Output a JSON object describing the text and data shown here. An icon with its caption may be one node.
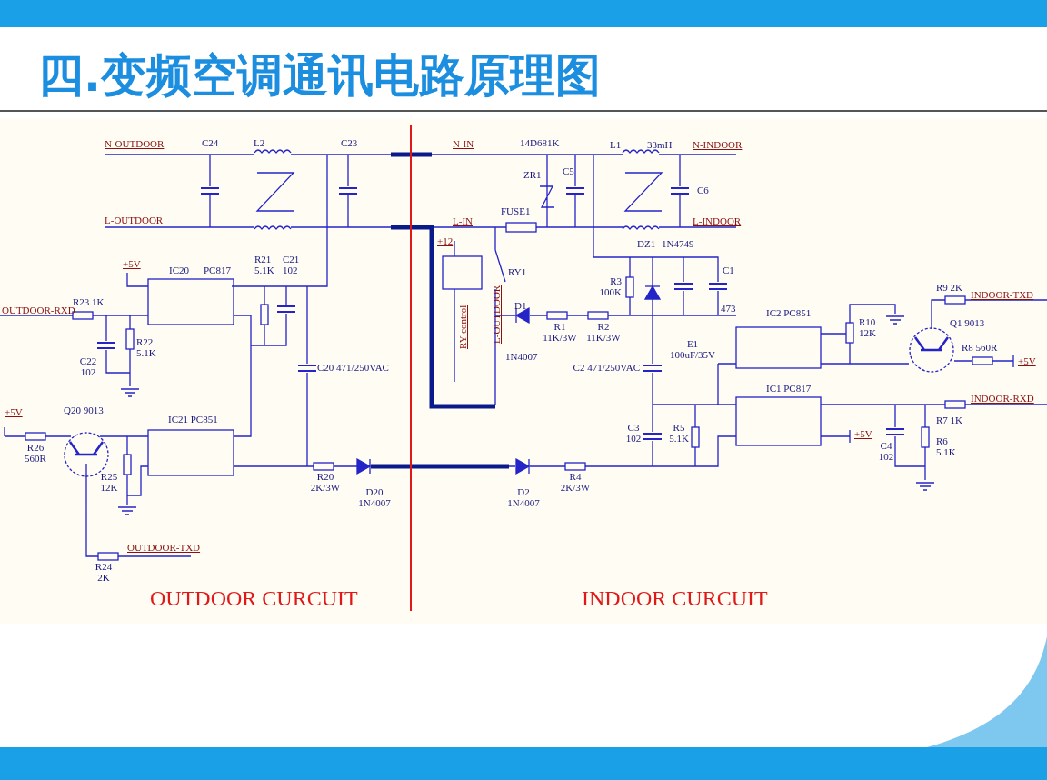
{
  "diagram": {
    "title": "四.变频空调通讯电路原理图",
    "labels": [
      "N-OUTDOOR",
      "C24",
      "L2",
      "C23",
      "N-IN",
      "14D681K",
      "L1",
      "33mH",
      "N-INDOOR",
      "ZR1",
      "C5",
      "C6",
      "L-OUTDOOR",
      "L-IN",
      "FUSE1",
      "L-INDOOR",
      "+12",
      "DZ1",
      "1N4749",
      "RY1",
      "C1",
      "+5V",
      "IC20",
      "PC817",
      "R21 5.1K",
      "C21 102",
      "R3 100K",
      "473",
      "R9 2K",
      "INDOOR-TXD",
      "OUTDOOR-RXD",
      "R23 1K",
      "D1",
      "RY-control",
      "L-OUTDOOR",
      "IC2 PC851",
      "R10 12K",
      "Q1 9013",
      "R1 11K/3W",
      "R2 11K/3W",
      "E1 100uF/35V",
      "1N4007",
      "R8 560R",
      "+5V",
      "R22 5.1K",
      "C22 102",
      "C20 471/250VAC",
      "C2 471/250VAC",
      "IC1 PC817",
      "INDOOR-RXD",
      "+5V",
      "Q20 9013",
      "R26 560R",
      "IC21 PC851",
      "C3 102",
      "R5 5.1K",
      "+5V",
      "C4 102",
      "R7 1K",
      "R6 5.1K",
      "R25 12K",
      "R20 2K/3W",
      "R4 2K/3W",
      "D20 1N4007",
      "D2 1N4007",
      "R24 2K",
      "OUTDOOR-TXD",
      "OUTDOOR CURCUIT",
      "INDOOR CURCUIT"
    ]
  }
}
